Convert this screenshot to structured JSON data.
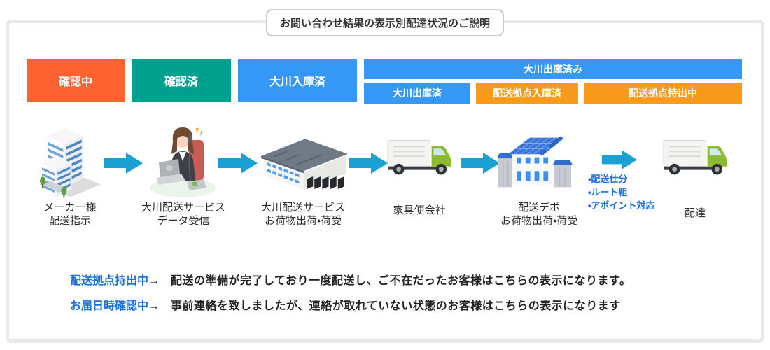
{
  "title": "お問い合わせ結果の表示別配達状況のご説明",
  "badges": {
    "checking": {
      "label": "確認中",
      "color": "#fc6331"
    },
    "checked": {
      "label": "確認済",
      "color": "#00a08e"
    },
    "okawa_in": {
      "label": "大川入庫済",
      "color": "#3598f7"
    },
    "okawa_out_group": {
      "label": "大川出庫済み",
      "color": "#3598f7"
    },
    "okawa_out": {
      "label": "大川出庫済",
      "color": "#3598f7"
    },
    "depot_in": {
      "label": "配送拠点入庫済",
      "color": "#f89b1b"
    },
    "depot_out": {
      "label": "配送拠点持出中",
      "color": "#f89b1b"
    }
  },
  "steps": {
    "maker": {
      "line1": "メーカー様",
      "line2": "配送指示"
    },
    "data_receive": {
      "line1": "大川配送サービス",
      "line2": "データ受信"
    },
    "okawa_warehouse": {
      "line1": "大川配送サービス",
      "line2": "お荷物出荷・荷受"
    },
    "kagubin": {
      "line1": "家具便会社"
    },
    "depot": {
      "line1": "配送デポ",
      "line2": "お荷物出荷・荷受"
    },
    "delivery": {
      "line1": "配達"
    }
  },
  "depot_tasks": {
    "item1": "・配送仕分",
    "item2": "・ルート組",
    "item3": "・アポイント対応"
  },
  "notes": {
    "note1_label": "配送拠点持出中",
    "note1_arrow": "→",
    "note1_text": "配送の準備が完了しており一度配送し、ご不在だったお客様はこちらの表示になります。",
    "note2_label": "お届日時確認中",
    "note2_arrow": "→",
    "note2_text": "事前連絡を致しましたが、連絡が取れていない状態のお客様はこちらの表示になります"
  },
  "icons": {
    "step1": "office-building-icon",
    "step2": "operator-at-desk-icon",
    "step3": "warehouse-icon",
    "step4": "truck-icon",
    "step5": "depot-building-icon",
    "step6": "truck-icon",
    "between_steps": "right-arrow-icon"
  },
  "colors": {
    "badge_red": "#fc6331",
    "badge_teal": "#00a08e",
    "badge_blue": "#3598f7",
    "badge_orange": "#f89b1b",
    "arrow_cyan": "#1aa0d2",
    "note_label_blue": "#1b70db",
    "card_border": "#e9e9e9"
  }
}
